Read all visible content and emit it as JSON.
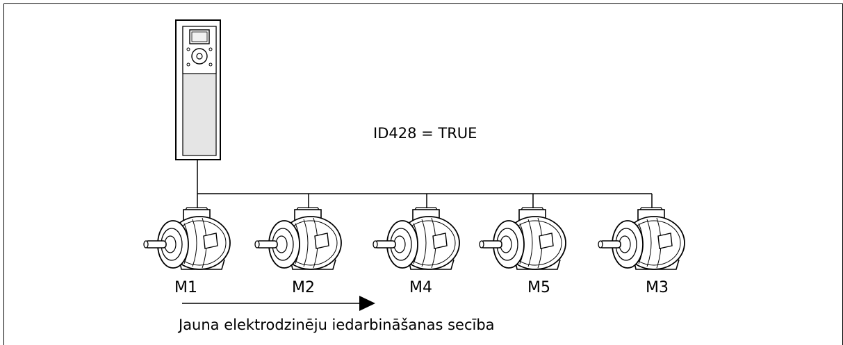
{
  "parameter_label": "ID428 = TRUE",
  "motors": [
    {
      "label": "M1"
    },
    {
      "label": "M2"
    },
    {
      "label": "M4"
    },
    {
      "label": "M5"
    },
    {
      "label": "M3"
    }
  ],
  "caption": "Jauna elektrodzinēju iedarbināšanas secība",
  "icons": {
    "drive": "frequency-converter-icon",
    "motor": "electric-motor-icon",
    "arrow": "arrow-right-icon"
  }
}
